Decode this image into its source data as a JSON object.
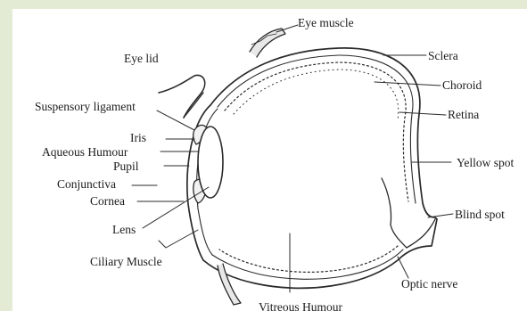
{
  "diagram": {
    "labels": {
      "eye_muscle": "Eye muscle",
      "eye_lid": "Eye lid",
      "sclera": "Sclera",
      "choroid": "Choroid",
      "retina": "Retina",
      "suspensory_ligament": "Suspensory ligament",
      "iris": "Iris",
      "aqueous_humour": "Aqueous Humour",
      "pupil": "Pupil",
      "conjunctiva": "Conjunctiva",
      "cornea": "Cornea",
      "lens": "Lens",
      "ciliary_muscle": "Ciliary Muscle",
      "yellow_spot": "Yellow spot",
      "blind_spot": "Blind spot",
      "optic_nerve": "Optic nerve",
      "vitreous_humour": "Vitreous Humour"
    }
  }
}
